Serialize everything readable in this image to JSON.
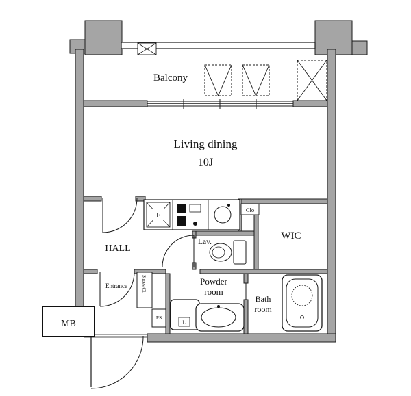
{
  "floor_plan": {
    "labels": {
      "balcony": "Balcony",
      "living_line1": "Living dining",
      "living_line2": "10J",
      "hall": "HALL",
      "lav": "Lav.",
      "wic": "WIC",
      "powder_line1": "Powder",
      "powder_line2": "room",
      "bath_line1": "Bath",
      "bath_line2": "room",
      "entrance": "Entrance",
      "meter_box": "MB",
      "closet": "Clo",
      "pipe_space": "PS",
      "shoes_closet": "Shoes Cl.",
      "refrigerator": "F",
      "laundry_machine": "L"
    },
    "colors": {
      "wall_fill": "#a5a5a5",
      "line": "#1a1a1a",
      "background": "#ffffff"
    }
  }
}
